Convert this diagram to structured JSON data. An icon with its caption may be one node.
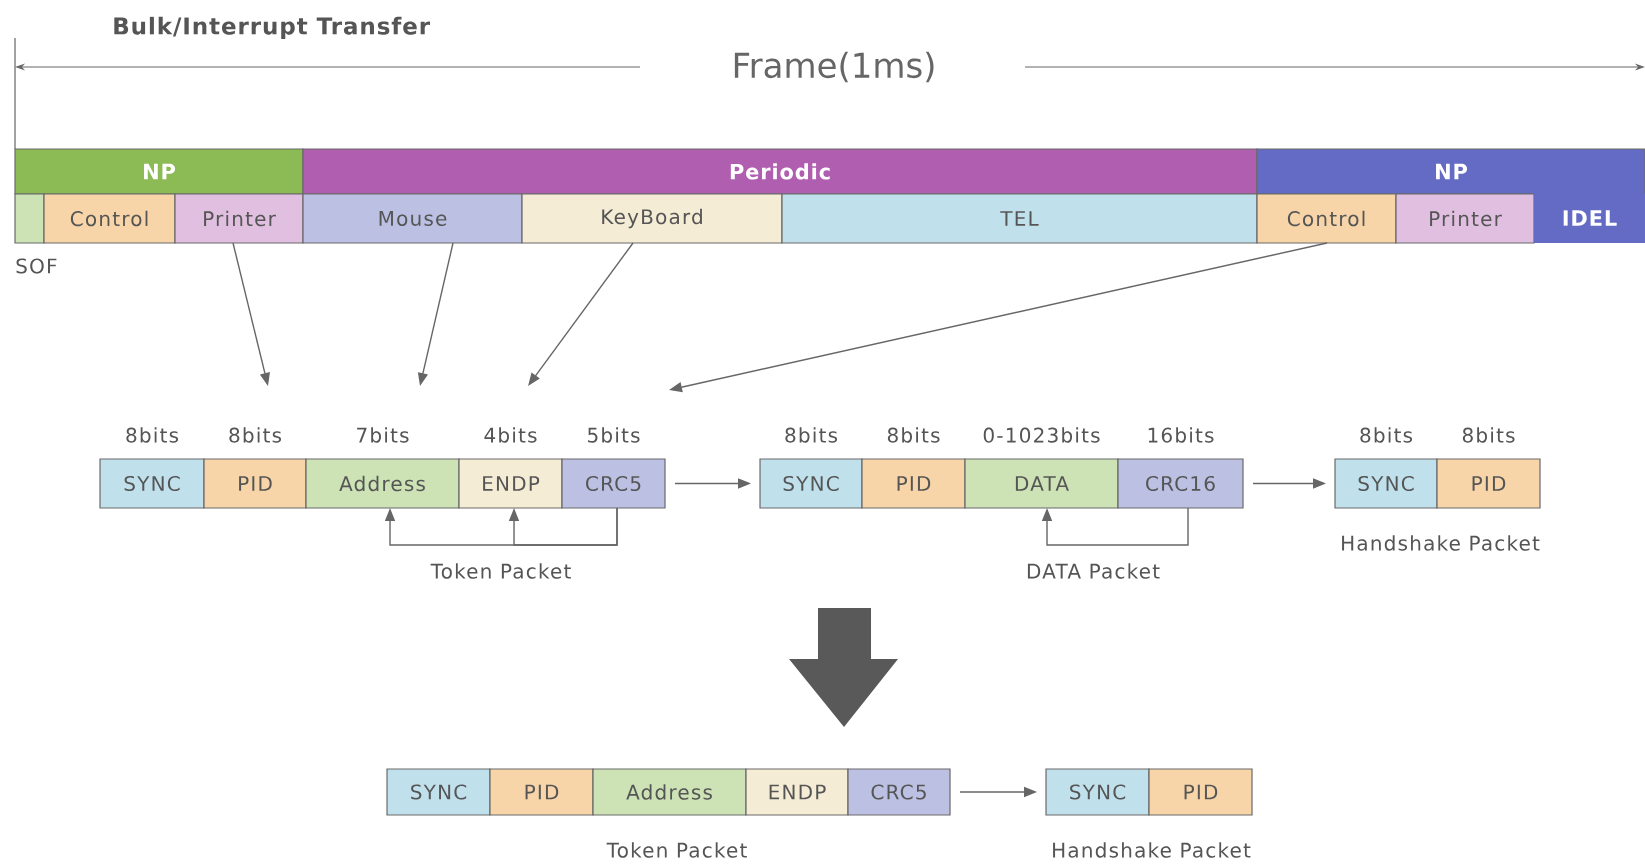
{
  "diagram": {
    "title": "Bulk/Interrupt Transfer",
    "nodes": [
      {
        "text": [
          "NP"
        ]
      },
      {
        "text": [
          "Periodic"
        ]
      },
      {
        "text": [
          "NP"
        ]
      },
      {
        "text": [],
        "shape": "box",
        "beside": [
          "SOF"
        ]
      },
      {
        "text": [
          "Control"
        ]
      },
      {
        "text": [
          "Printer"
        ]
      },
      {
        "text": [
          "Mouse"
        ]
      },
      {
        "text": [
          "KeyBoard"
        ]
      },
      {
        "text": [
          "TEL"
        ]
      },
      {
        "text": [
          "Control"
        ]
      },
      {
        "text": [
          "Printer"
        ]
      },
      {
        "text": [
          "IDEL"
        ]
      },
      {
        "text": [
          "SYNC"
        ],
        "beside": [
          "8bits"
        ]
      },
      {
        "text": [
          "PID"
        ],
        "beside": [
          "8bits"
        ]
      },
      {
        "text": [
          "Address"
        ],
        "beside": [
          "7bits"
        ]
      },
      {
        "text": [
          "ENDP"
        ],
        "beside": [
          "4bits"
        ]
      },
      {
        "text": [
          "CRC5"
        ],
        "beside": [
          "5bits"
        ]
      },
      {
        "text": [
          "SYNC"
        ],
        "beside": [
          "8bits"
        ]
      },
      {
        "text": [
          "PID"
        ],
        "beside": [
          "8bits"
        ]
      },
      {
        "text": [
          "DATA"
        ],
        "beside": [
          "0-1023bits"
        ]
      },
      {
        "text": [
          "CRC16"
        ],
        "beside": [
          "16bits"
        ]
      },
      {
        "text": [
          "SYNC"
        ],
        "beside": [
          "8bits"
        ]
      },
      {
        "text": [
          "PID"
        ],
        "beside": [
          "8bits"
        ]
      },
      {
        "text": [
          "SYNC"
        ]
      },
      {
        "text": [
          "PID"
        ]
      },
      {
        "text": [
          "Address"
        ]
      },
      {
        "text": [
          "ENDP"
        ]
      },
      {
        "text": [
          "CRC5"
        ]
      },
      {
        "text": [
          "SYNC"
        ]
      },
      {
        "text": [
          "PID"
        ]
      }
    ],
    "edges": [
      {
        "from": 5,
        "to": null,
        "arrow": "to"
      },
      {
        "from": 6,
        "to": null,
        "arrow": "to"
      },
      {
        "from": 7,
        "to": null,
        "arrow": "to"
      },
      {
        "from": 9,
        "to": null,
        "arrow": "to"
      },
      {
        "from": 16,
        "to": 17,
        "arrow": "to"
      },
      {
        "from": 20,
        "to": 21,
        "arrow": "to"
      },
      {
        "from": 16,
        "to": 14,
        "arrow": "to"
      },
      {
        "from": 16,
        "to": 15,
        "arrow": "to"
      },
      {
        "from": 20,
        "to": 19,
        "arrow": "to"
      },
      {
        "from": 27,
        "to": 28,
        "arrow": "to"
      }
    ],
    "labels": [
      "Frame(1ms)",
      "Token Packet",
      "DATA Packet",
      "Handshake Packet",
      "Token Packet",
      "Handshake Packet"
    ]
  }
}
